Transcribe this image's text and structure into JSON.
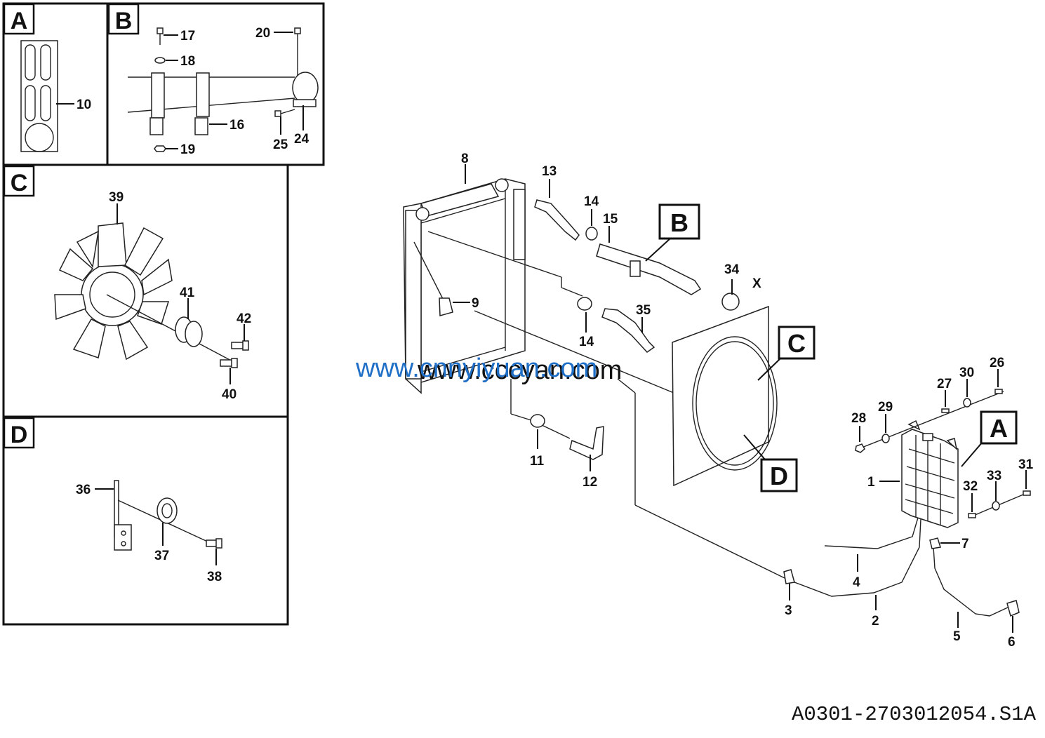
{
  "panels": {
    "A": {
      "letter": "A",
      "labels": {
        "p10": "10"
      }
    },
    "B": {
      "letter": "B",
      "labels": {
        "p16": "16",
        "p17": "17",
        "p18": "18",
        "p19": "19",
        "p20": "20",
        "p24": "24",
        "p25": "25"
      }
    },
    "C": {
      "letter": "C",
      "labels": {
        "p39": "39",
        "p40": "40",
        "p41": "41",
        "p42": "42"
      }
    },
    "D": {
      "letter": "D",
      "labels": {
        "p36": "36",
        "p37": "37",
        "p38": "38"
      }
    }
  },
  "main": {
    "labels": {
      "p1": "1",
      "p2": "2",
      "p3": "3",
      "p4": "4",
      "p5": "5",
      "p6": "6",
      "p7": "7",
      "p8": "8",
      "p9": "9",
      "p11": "11",
      "p12": "12",
      "p13": "13",
      "p14a": "14",
      "p14b": "14",
      "p15": "15",
      "p26": "26",
      "p27": "27",
      "p28": "28",
      "p29": "29",
      "p30": "30",
      "p31": "31",
      "p32": "32",
      "p33": "33",
      "p34": "34",
      "p35": "35",
      "px": "X"
    },
    "callouts": {
      "A": "A",
      "B": "B",
      "C": "C",
      "D": "D"
    }
  },
  "watermark": {
    "blue": "www.cnnyiyuan.com",
    "black": "www.cccyan.com"
  },
  "drawing_code": "A0301-2703012054.S1A",
  "colors": {
    "watermark_blue": "#1f6fc7",
    "ink": "#111111"
  }
}
